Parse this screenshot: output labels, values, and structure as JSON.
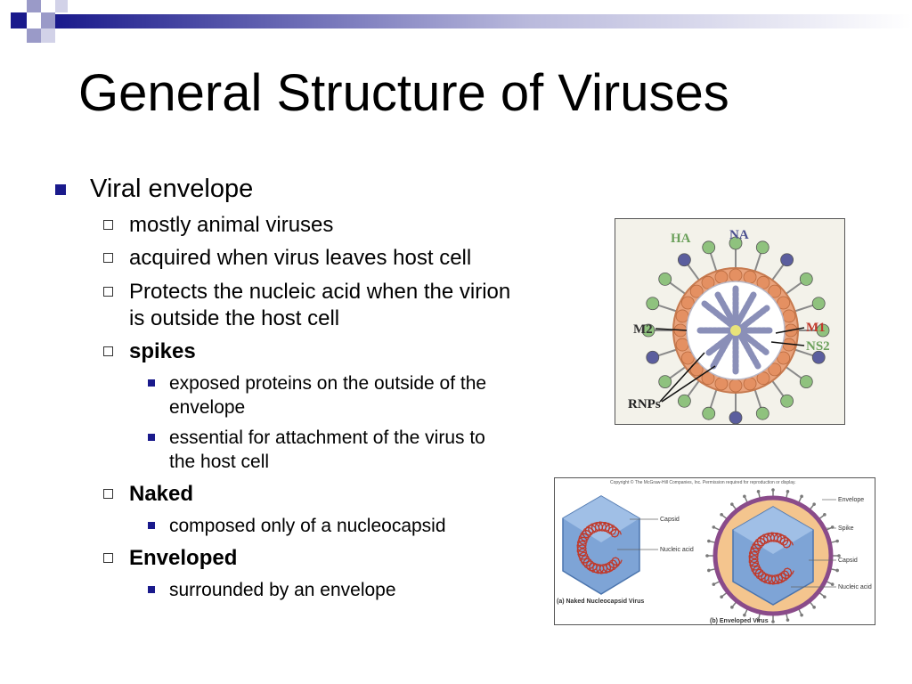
{
  "slide": {
    "title": "General Structure of Viruses",
    "bullet": "Viral envelope",
    "sub1": "mostly animal viruses",
    "sub2": "acquired when virus leaves host cell",
    "sub3_line1": "Protects the nucleic acid when the virion",
    "sub3_line2": "is outside the host cell",
    "spikes": "spikes",
    "spikes_1_line1": "exposed proteins on the outside of the",
    "spikes_1_line2": "envelope",
    "spikes_2_line1": "essential for attachment of the virus to",
    "spikes_2_line2": "the host cell",
    "naked": "Naked",
    "naked_1": "composed only of a nucleocapsid",
    "enveloped": "Enveloped",
    "enveloped_1": "surrounded by an envelope"
  },
  "figure1": {
    "label_ha": "HA",
    "label_na": "NA",
    "label_m2": "M2",
    "label_m1": "M1",
    "label_ns2": "NS2",
    "label_rnps": "RNPs"
  },
  "figure2": {
    "copyright": "Copyright © The McGraw-Hill Companies, Inc. Permission required for reproduction or display.",
    "label_capsid_a": "Capsid",
    "label_nucleic_a": "Nucleic acid",
    "label_envelope": "Envelope",
    "label_spike": "Spike",
    "label_capsid_b": "Capsid",
    "label_nucleic_b": "Nucleic acid",
    "caption_a": "(a) Naked Nucleocapsid Virus",
    "caption_b": "(b) Enveloped Virus"
  },
  "colors": {
    "accent_navy": "#1a1a8c",
    "deco_light": "#9a9ac8"
  }
}
